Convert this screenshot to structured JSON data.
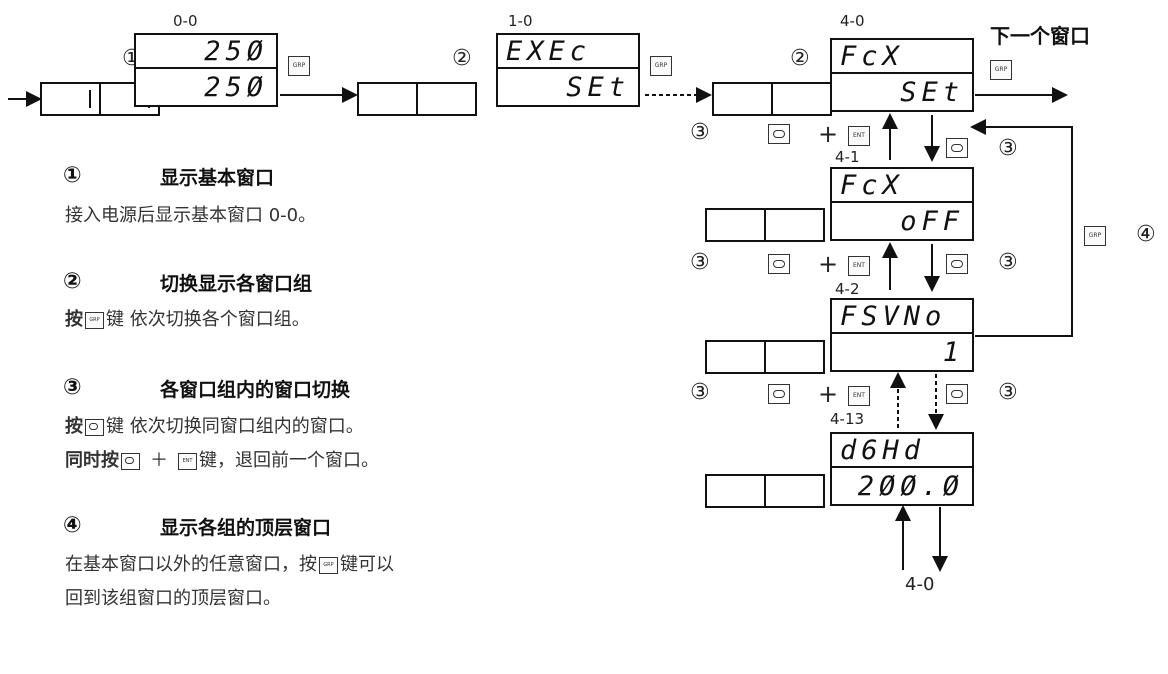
{
  "windows": {
    "w00": {
      "label": "0-0",
      "line1": "25Ø",
      "line2": "25Ø"
    },
    "w10": {
      "label": "1-0",
      "line1": "EXEc",
      "line2": "SEt"
    },
    "w40": {
      "label": "4-0",
      "line1": "FcX",
      "line2": "SEt"
    },
    "w41": {
      "label": "4-1",
      "line1": "FcX",
      "line2": "oFF"
    },
    "w42": {
      "label": "4-2",
      "line1": "FSVNo",
      "line2": "1"
    },
    "w413": {
      "label": "4-13",
      "line1": "d6Hd",
      "line2": "2ØØ.Ø"
    }
  },
  "bottom_return_label": "4-0",
  "next_window_label": "下一个窗口",
  "markers": {
    "m1": "①",
    "m2": "②",
    "m3": "③",
    "m4": "④",
    "plus": "+"
  },
  "keys": {
    "grp": "GRP",
    "ent": "ENT"
  },
  "explanations": {
    "s1": {
      "num": "①",
      "title": "显示基本窗口",
      "body": "接入电源后显示基本窗口 0-0。"
    },
    "s2": {
      "num": "②",
      "title": "切换显示各窗口组",
      "body_a": "按",
      "body_b": "键 依次切换各个窗口组。"
    },
    "s3": {
      "num": "③",
      "title": "各窗口组内的窗口切换",
      "body1_a": "按",
      "body1_b": "键 依次切换同窗口组内的窗口。",
      "body2_a": "同时按",
      "body2_b": "＋",
      "body2_c": "键，退回前一个窗口。"
    },
    "s4": {
      "num": "④",
      "title": "显示各组的顶层窗口",
      "body1_a": "在基本窗口以外的任意窗口，按",
      "body1_b": "键可以",
      "body2": "回到该组窗口的顶层窗口。"
    }
  }
}
